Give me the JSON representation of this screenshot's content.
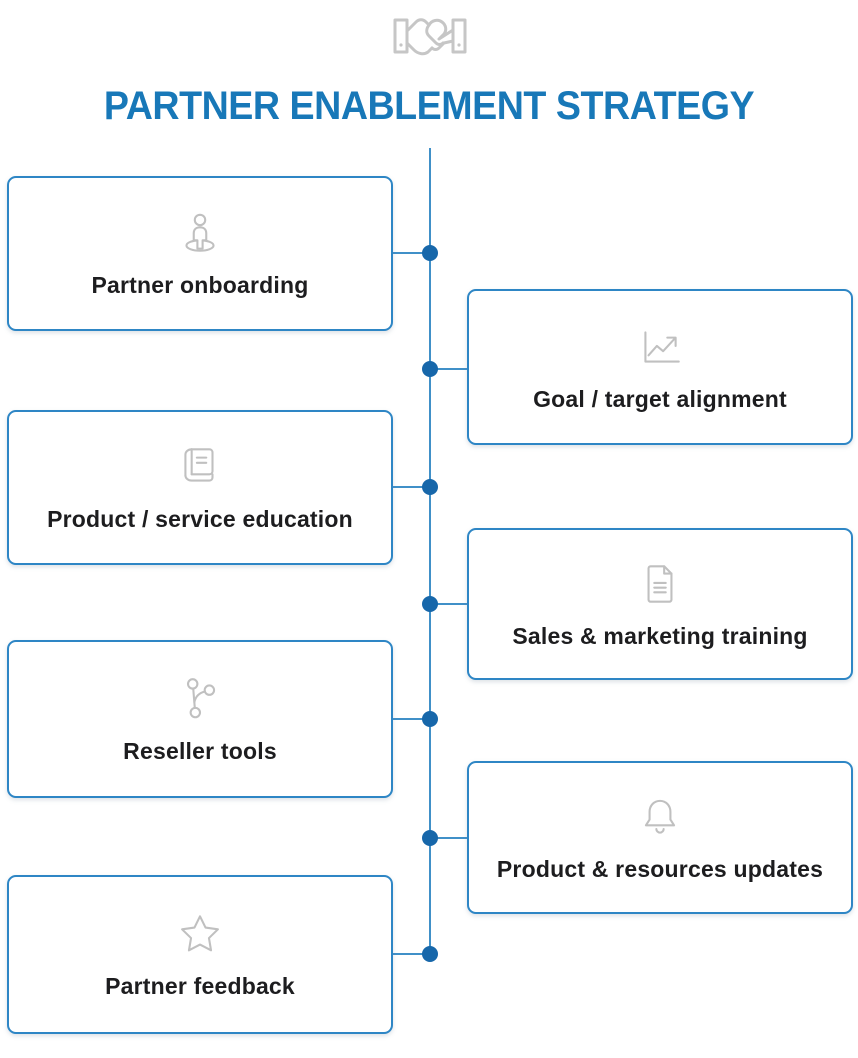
{
  "header": {
    "icon": "handshake-icon",
    "title": "PARTNER ENABLEMENT STRATEGY",
    "title_color": "#1878b8"
  },
  "timeline": {
    "line_color": "#4090c8",
    "dot_color": "#1767aa",
    "box_border_color": "#2e86c5",
    "icon_color": "#c0c0c0",
    "label_color": "#1d1d1f"
  },
  "nodes": [
    {
      "label": "Partner onboarding",
      "icon": "person-location-icon",
      "side": "left"
    },
    {
      "label": "Goal / target alignment",
      "icon": "chart-increase-icon",
      "side": "right"
    },
    {
      "label": "Product / service education",
      "icon": "book-icon",
      "side": "left"
    },
    {
      "label": "Sales & marketing training",
      "icon": "document-icon",
      "side": "right"
    },
    {
      "label": "Reseller tools",
      "icon": "branch-icon",
      "side": "left"
    },
    {
      "label": "Product & resources updates",
      "icon": "bell-icon",
      "side": "right"
    },
    {
      "label": "Partner feedback",
      "icon": "star-icon",
      "side": "left"
    }
  ]
}
